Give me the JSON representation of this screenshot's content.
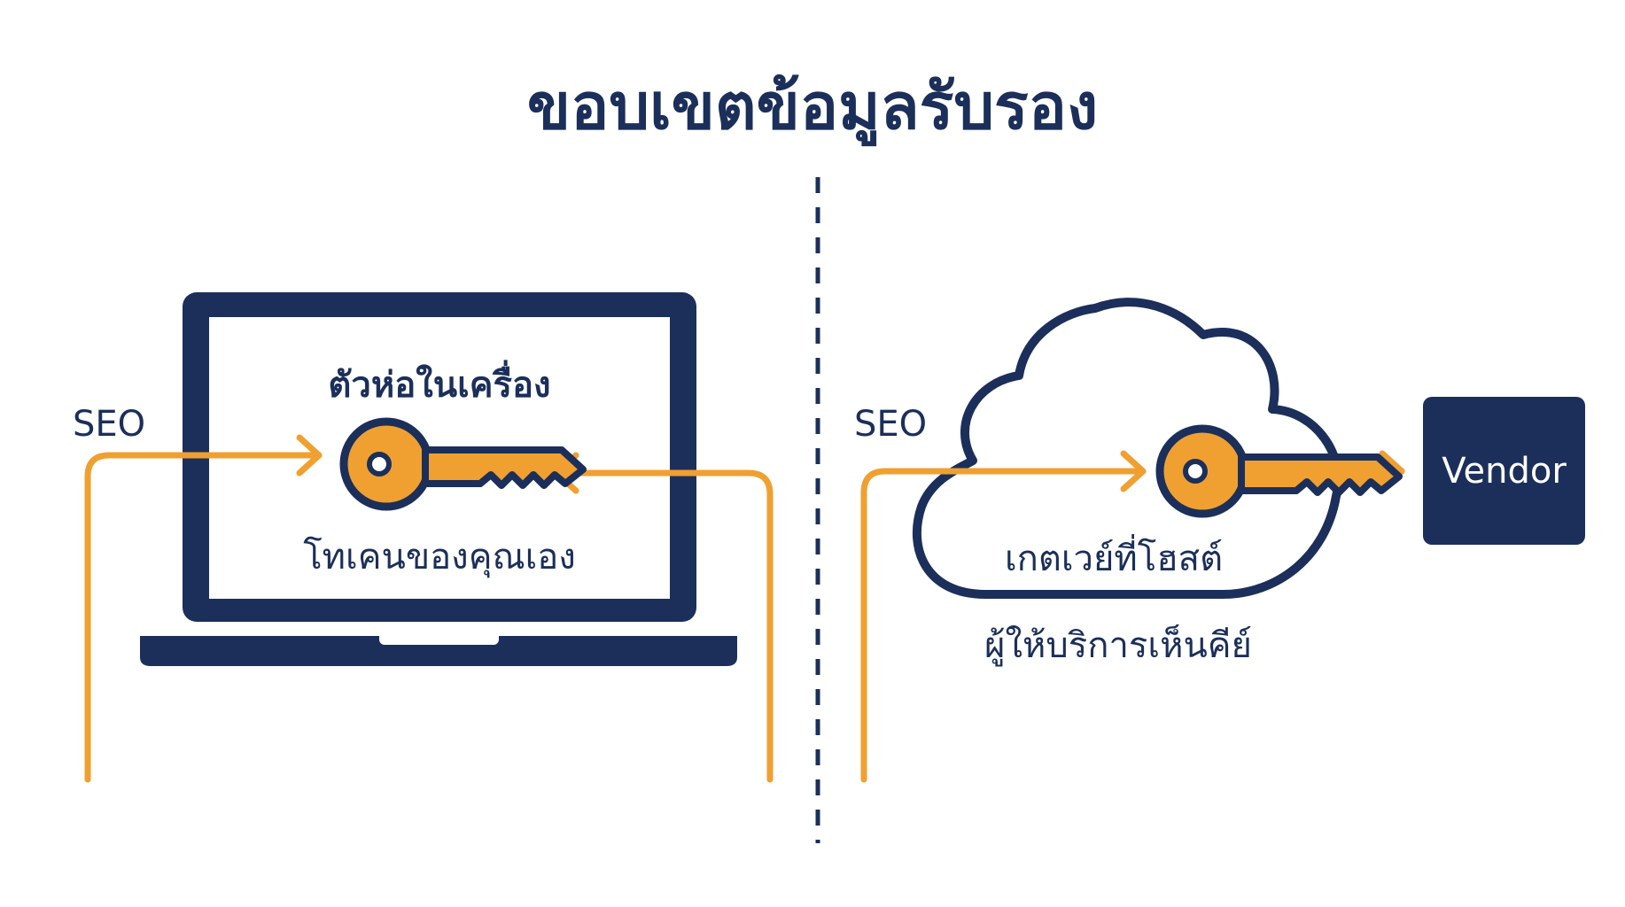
{
  "title": "ขอบเขตข้อมูลรับรอง",
  "left": {
    "seo_label": "SEO",
    "heading": "ตัวห่อในเครื่อง",
    "caption": "โทเคนของคุณเอง"
  },
  "right": {
    "seo_label": "SEO",
    "caption": "เกตเวย์ที่โฮสต์",
    "subcaption": "ผู้ให้บริการเห็นคีย์",
    "vendor": "Vendor"
  },
  "colors": {
    "navy": "#1b2f5a",
    "orange": "#f0a030"
  },
  "icons": [
    "laptop-icon",
    "cloud-icon",
    "key-icon",
    "arrow-icon"
  ]
}
